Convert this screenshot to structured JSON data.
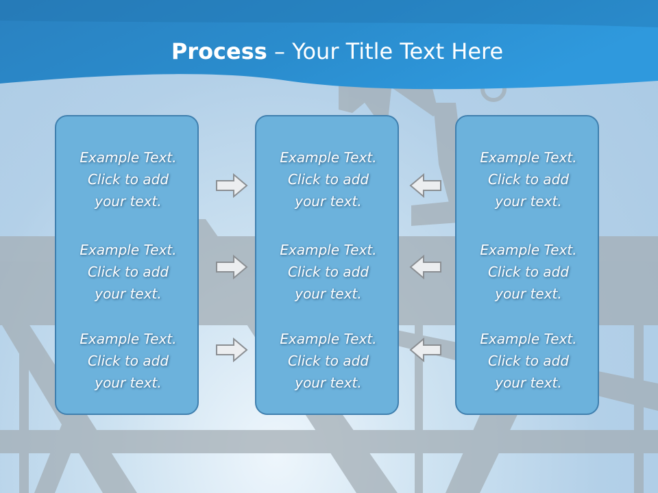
{
  "title": {
    "bold": "Process",
    "rest": " – Your Title Text Here"
  },
  "columns": [
    {
      "items": [
        {
          "line1": "Example Text.",
          "line2": "Click  to add",
          "line3": "your text."
        },
        {
          "line1": "Example Text.",
          "line2": "Click  to add",
          "line3": "your text."
        },
        {
          "line1": "Example Text.",
          "line2": "Click  to add",
          "line3": "your text."
        }
      ]
    },
    {
      "items": [
        {
          "line1": "Example Text.",
          "line2": "Click  to add",
          "line3": "your text."
        },
        {
          "line1": "Example Text.",
          "line2": "Click  to add",
          "line3": "your text."
        },
        {
          "line1": "Example Text.",
          "line2": "Click  to add",
          "line3": "your text."
        }
      ]
    },
    {
      "items": [
        {
          "line1": "Example Text.",
          "line2": "Click  to add",
          "line3": "your text."
        },
        {
          "line1": "Example Text.",
          "line2": "Click  to add",
          "line3": "your text."
        },
        {
          "line1": "Example Text.",
          "line2": "Click  to add",
          "line3": "your text."
        }
      ]
    }
  ],
  "arrows": {
    "left_group": "right-arrow-icon",
    "right_group": "left-arrow-icon"
  },
  "colors": {
    "header": "#2a8ccd",
    "panel_fill": "#6cb2dc",
    "panel_border": "#3f7fae"
  }
}
